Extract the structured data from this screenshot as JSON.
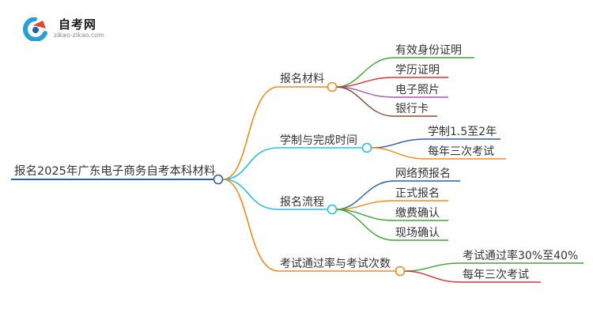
{
  "logo": {
    "title": "自考网",
    "subtitle": "zikao-zikao.com"
  },
  "root": {
    "label": "报名2025年广东电子商务自考本科材料"
  },
  "branches": [
    {
      "label": "报名材料",
      "color": "#f08a1c",
      "children": [
        {
          "label": "有效身份证明",
          "color": "#3fa535"
        },
        {
          "label": "学历证明",
          "color": "#d9343a"
        },
        {
          "label": "电子照片",
          "color": "#9b59b6"
        },
        {
          "label": "银行卡",
          "color": "#8b4a36"
        }
      ]
    },
    {
      "label": "学制与完成时间",
      "color": "#29c0d6",
      "children": [
        {
          "label": "学制1.5至2年",
          "color": "#2a5fa8"
        },
        {
          "label": "每年三次考试",
          "color": "#f08a1c"
        }
      ]
    },
    {
      "label": "报名流程",
      "color": "#29c0d6",
      "children": [
        {
          "label": "网络预报名",
          "color": "#2a5fa8"
        },
        {
          "label": "正式报名",
          "color": "#f08a1c"
        },
        {
          "label": "缴费确认",
          "color": "#3fa535"
        },
        {
          "label": "现场确认",
          "color": "#3fa535"
        }
      ]
    },
    {
      "label": "考试通过率与考试次数",
      "color": "#f08a1c",
      "children": [
        {
          "label": "考试通过率30%至40%",
          "color": "#3fa535"
        },
        {
          "label": "每年三次考试",
          "color": "#d9343a"
        }
      ]
    }
  ],
  "colors": {
    "root_line": "#2a5fa8",
    "node_circle_fill": "#ffffff"
  }
}
